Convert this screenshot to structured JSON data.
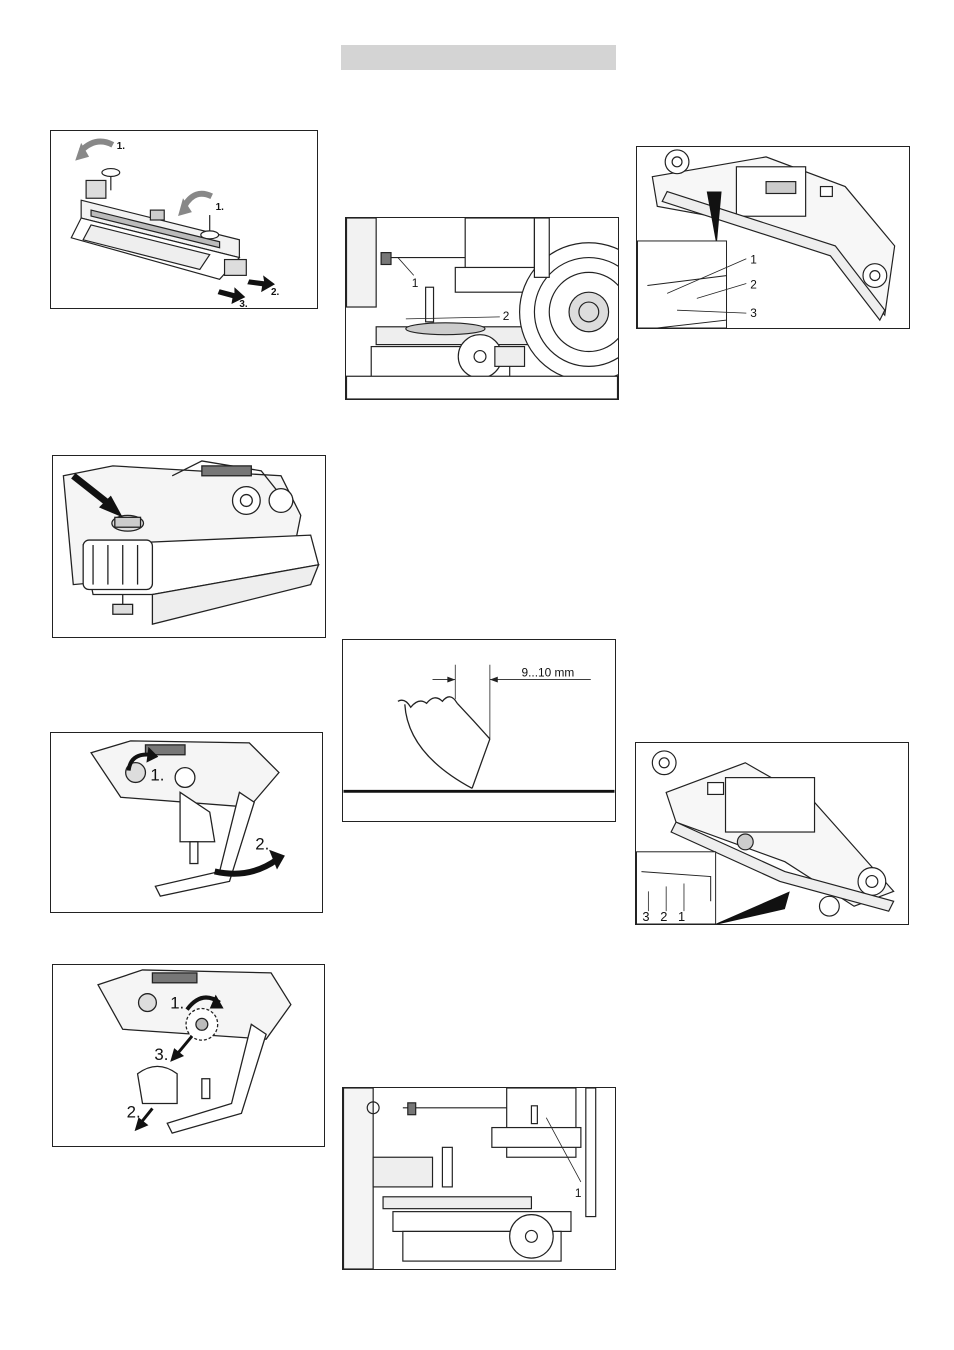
{
  "fig1": {
    "callouts": [
      "1.",
      "1.",
      "2.",
      "3."
    ]
  },
  "fig3": {
    "callouts": [
      "1.",
      "2."
    ]
  },
  "fig4": {
    "callouts": [
      "1.",
      "3.",
      "2."
    ]
  },
  "fig5": {
    "callouts": [
      "1",
      "2"
    ]
  },
  "fig6": {
    "dimension": "9...10 mm"
  },
  "fig7": {
    "callouts": [
      "1"
    ]
  },
  "fig8": {
    "callouts": [
      "1",
      "2",
      "3"
    ]
  },
  "fig9": {
    "callouts": [
      "3",
      "2",
      "1"
    ]
  }
}
